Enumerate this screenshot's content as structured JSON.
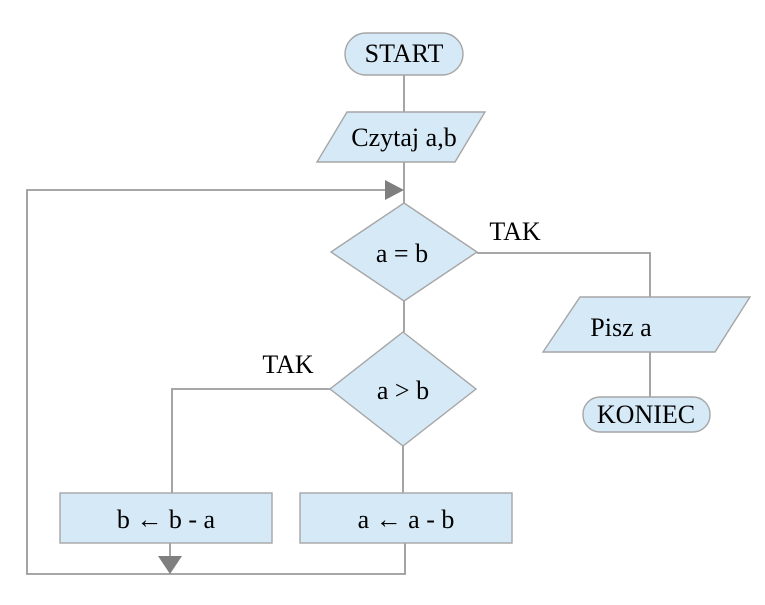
{
  "flowchart": {
    "description": "Flowchart of subtraction-based GCD algorithm (Polish labels)",
    "colors": {
      "node_fill": "#d6e9f6",
      "node_border": "#a6a6a6",
      "line": "#9b9b9b",
      "arrow": "#7f7f7f",
      "text": "#000000",
      "background": "#ffffff"
    },
    "nodes": {
      "start": {
        "shape": "terminator",
        "label": "START"
      },
      "read_input": {
        "shape": "parallelogram",
        "label": "Czytaj a,b"
      },
      "decision_a_eq_b": {
        "shape": "decision",
        "label": "a = b"
      },
      "write_output": {
        "shape": "parallelogram",
        "label": "Pisz a"
      },
      "end": {
        "shape": "terminator",
        "label": "KONIEC"
      },
      "decision_a_gt_b": {
        "shape": "decision",
        "label": "a > b"
      },
      "assign_b": {
        "shape": "process",
        "label": "b ← b - a"
      },
      "assign_a": {
        "shape": "process",
        "label": "a ← a - b"
      }
    },
    "edge_labels": {
      "eq_yes": "TAK",
      "gt_yes": "TAK"
    }
  }
}
